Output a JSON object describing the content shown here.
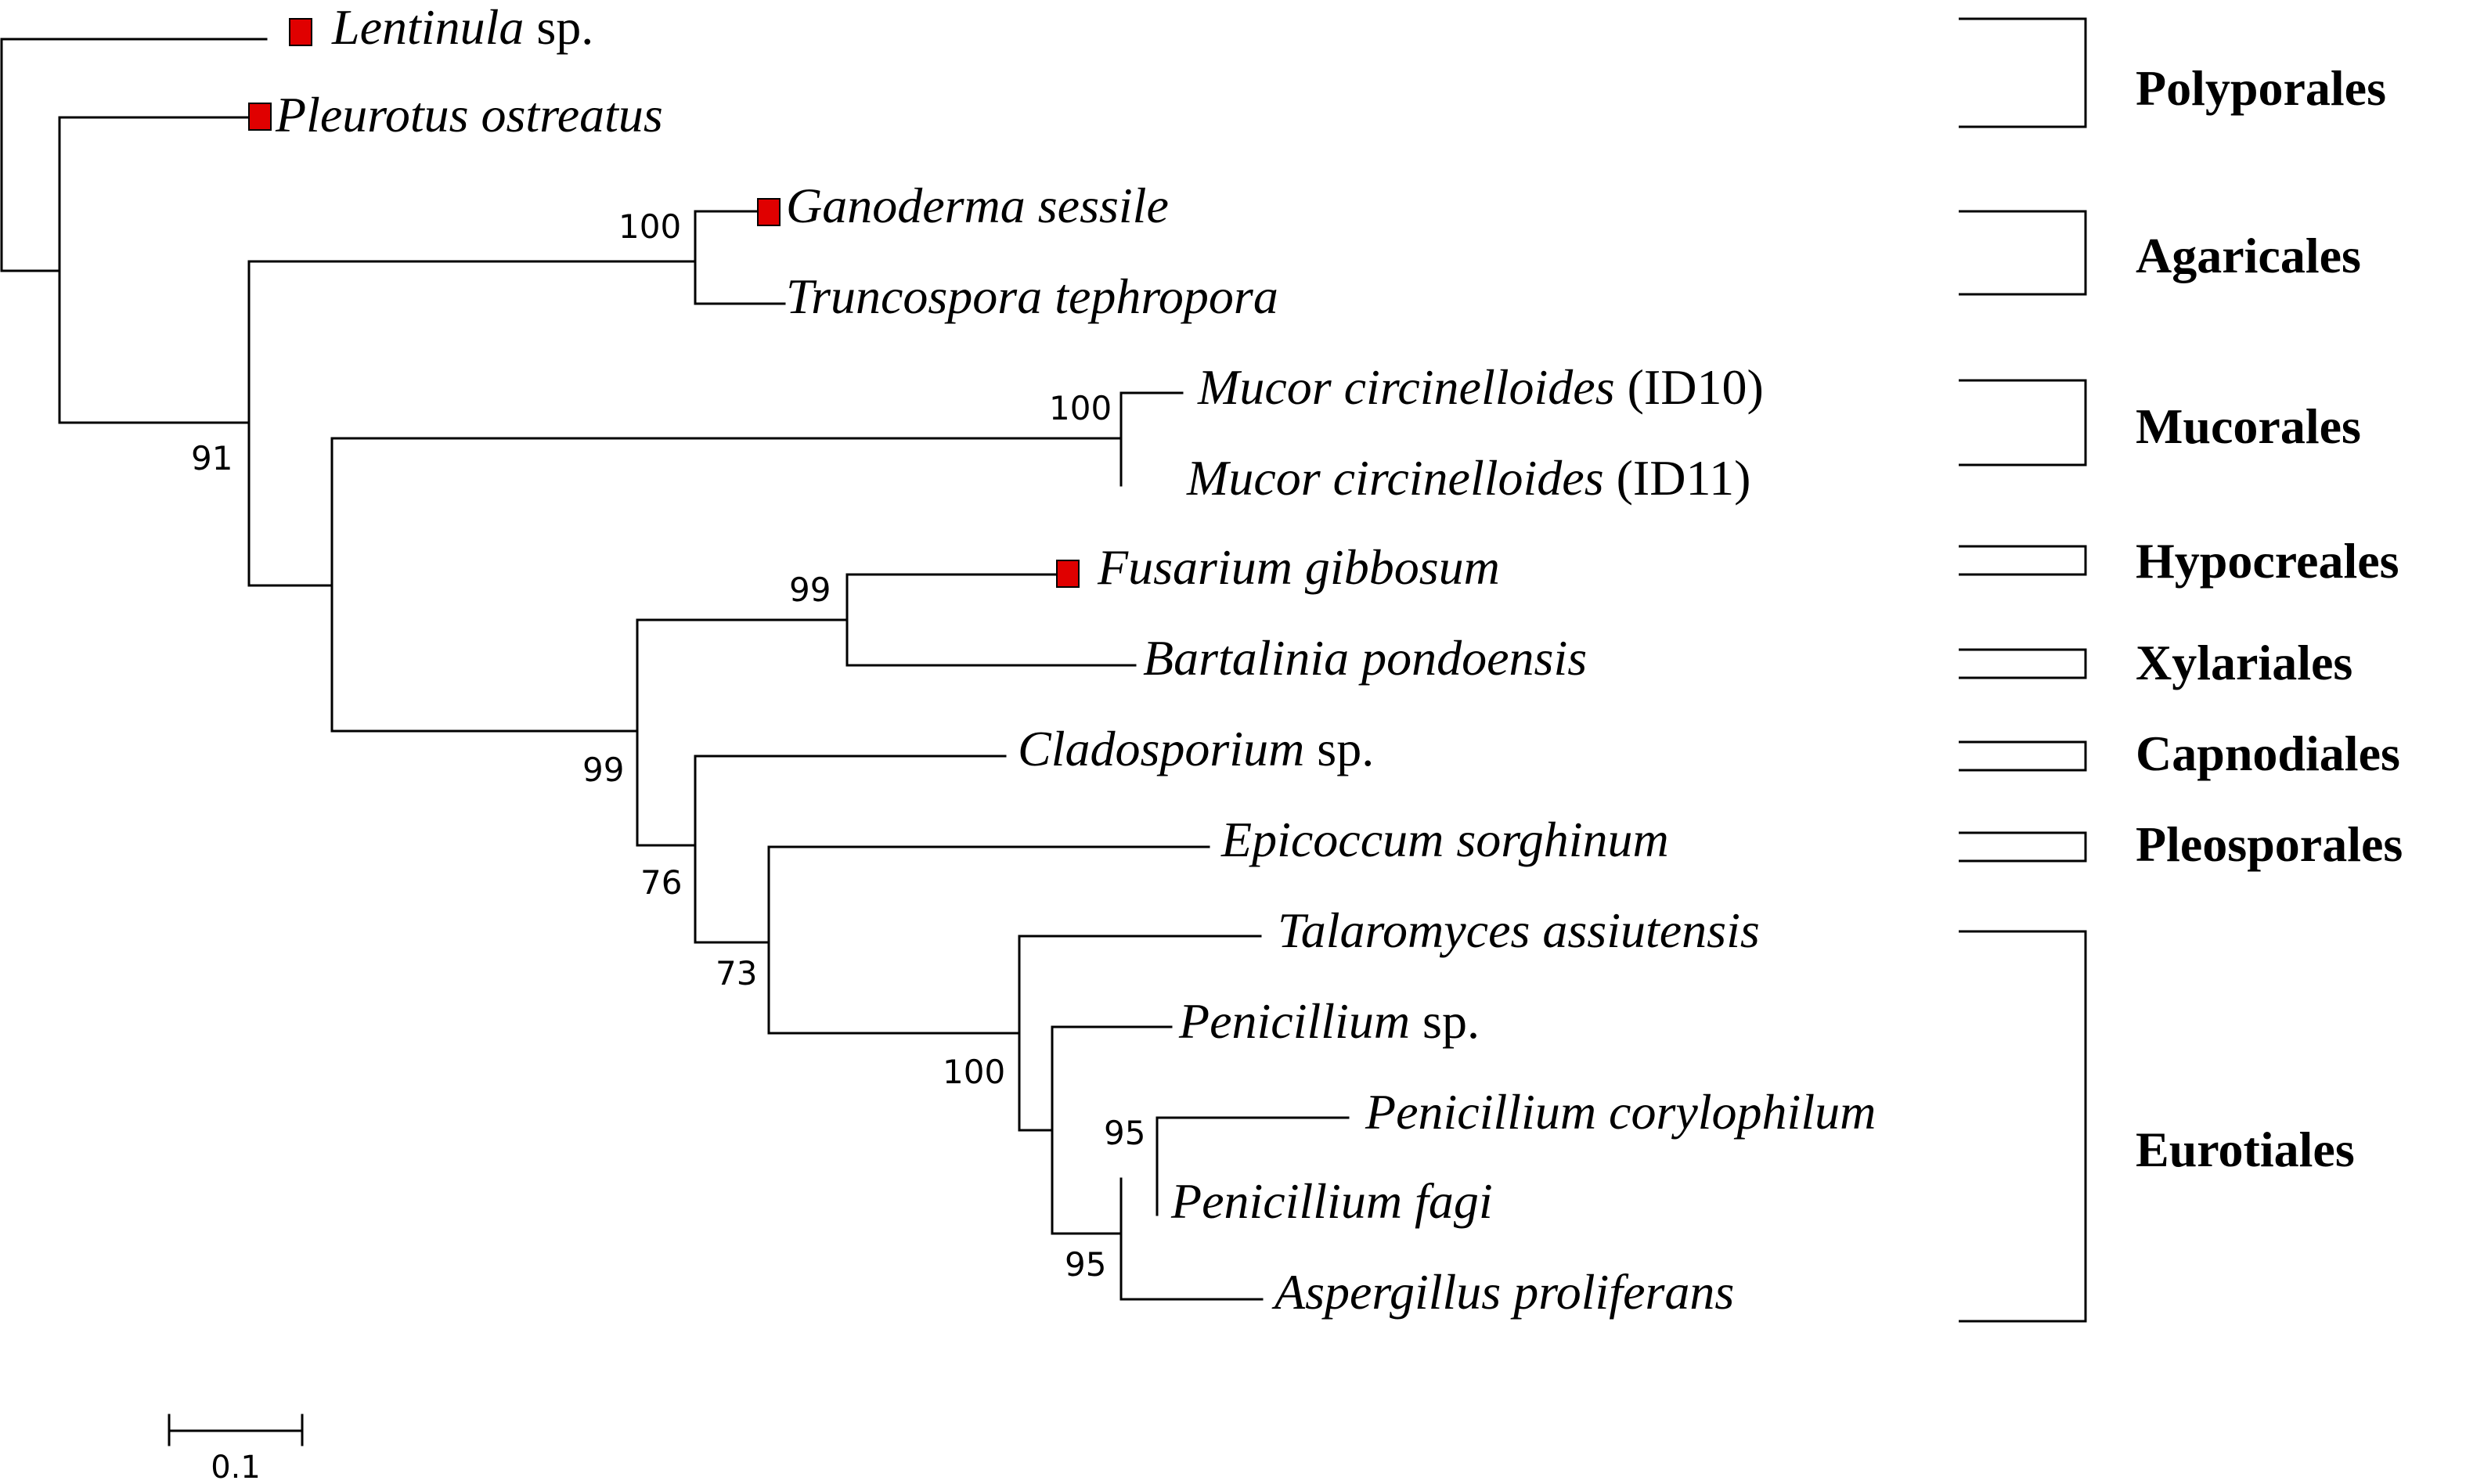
{
  "colors": {
    "line": "#000000",
    "marker": "#e00000",
    "background": "#ffffff"
  },
  "taxa": [
    {
      "italic": "Lentinula",
      "suffix": " sp.",
      "marked": true
    },
    {
      "italic": "Pleurotus ostreatus",
      "suffix": "",
      "marked": true
    },
    {
      "italic": "Ganoderma sessile",
      "suffix": "",
      "marked": true
    },
    {
      "italic": "Truncospora tephropora",
      "suffix": "",
      "marked": false
    },
    {
      "italic": "Mucor circinelloides",
      "suffix": " (ID10)",
      "marked": false
    },
    {
      "italic": "Mucor circinelloides",
      "suffix": " (ID11)",
      "marked": false
    },
    {
      "italic": "Fusarium gibbosum",
      "suffix": "",
      "marked": true
    },
    {
      "italic": "Bartalinia pondoensis",
      "suffix": "",
      "marked": false
    },
    {
      "italic": "Cladosporium",
      "suffix": " sp.",
      "marked": false
    },
    {
      "italic": "Epicoccum sorghinum",
      "suffix": "",
      "marked": false
    },
    {
      "italic": "Talaromyces assiutensis",
      "suffix": "",
      "marked": false
    },
    {
      "italic": "Penicillium",
      "suffix": " sp.",
      "marked": false
    },
    {
      "italic": "Penicillium corylophilum",
      "suffix": "",
      "marked": false
    },
    {
      "italic": "Penicillium fagi",
      "suffix": "",
      "marked": false
    },
    {
      "italic": "Aspergillus proliferans",
      "suffix": "",
      "marked": false
    }
  ],
  "bootstrap": [
    "100",
    "100",
    "91",
    "99",
    "99",
    "76",
    "73",
    "100",
    "95",
    "95"
  ],
  "orders": [
    "Polyporales",
    "Agaricales",
    "Mucorales",
    "Hypocreales",
    "Xylariales",
    "Capnodiales",
    "Pleosporales",
    "Eurotiales"
  ],
  "scale_bar": {
    "label": "0.1",
    "value": 0.1
  }
}
